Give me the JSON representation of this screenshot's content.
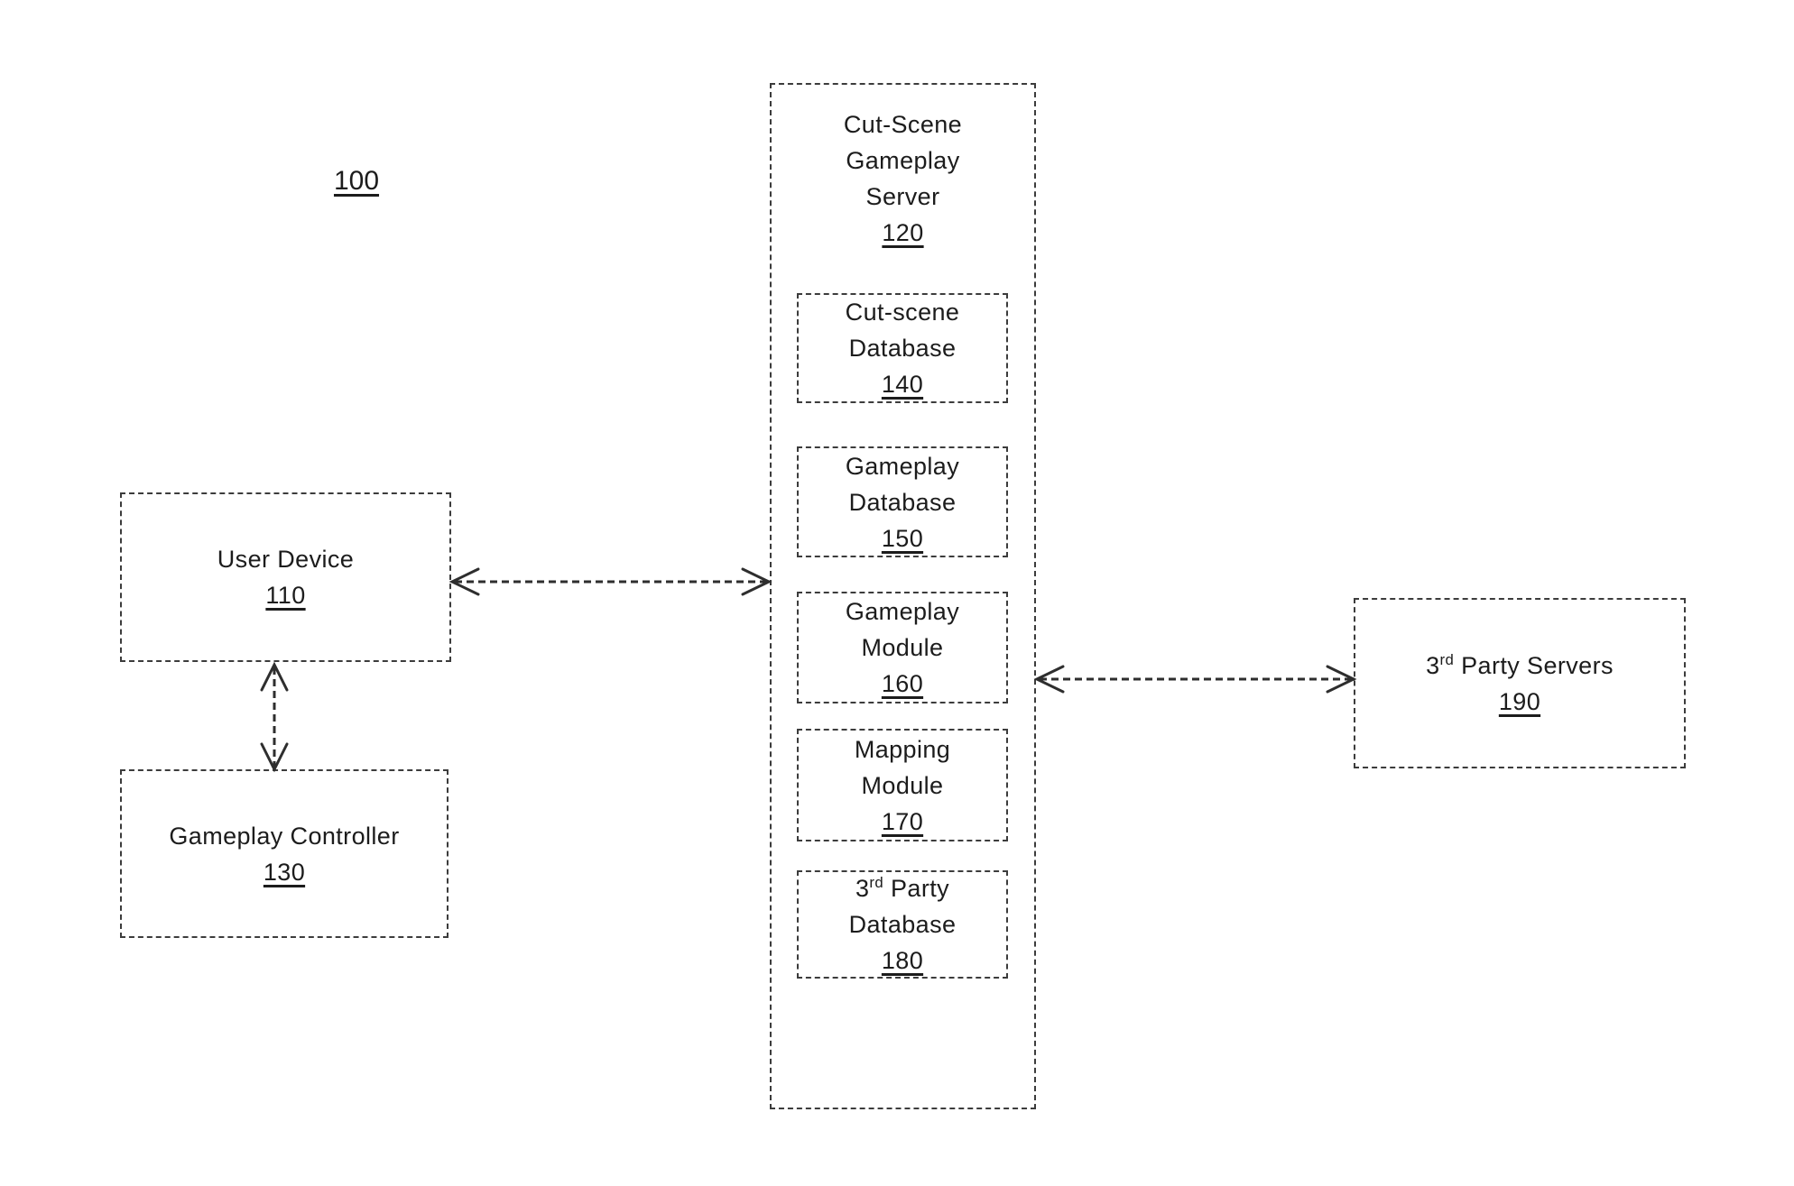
{
  "figure_label": "100",
  "colors": {
    "ink": "#1c1c1c",
    "background": "#ffffff"
  },
  "nodes": {
    "user_device": {
      "label": "User Device",
      "ref": "110"
    },
    "gameplay_controller": {
      "label": "Gameplay Controller",
      "ref": "130"
    },
    "server": {
      "label": "Cut-Scene\nGameplay\nServer",
      "ref": "120"
    },
    "cutscene_database": {
      "label": "Cut-scene\nDatabase",
      "ref": "140"
    },
    "gameplay_database": {
      "label": "Gameplay\nDatabase",
      "ref": "150"
    },
    "gameplay_module": {
      "label": "Gameplay\nModule",
      "ref": "160"
    },
    "mapping_module": {
      "label": "Mapping\nModule",
      "ref": "170"
    },
    "third_party_database": {
      "num": "3",
      "sup": "rd",
      "rest": " Party",
      "label2": "Database",
      "ref": "180"
    },
    "third_party_servers": {
      "num": "3",
      "sup": "rd",
      "rest": " Party Servers",
      "ref": "190"
    }
  },
  "connections": [
    {
      "from": "user_device",
      "to": "server",
      "type": "bidirectional"
    },
    {
      "from": "server",
      "to": "third_party_servers",
      "type": "bidirectional"
    },
    {
      "from": "user_device",
      "to": "gameplay_controller",
      "type": "bidirectional"
    }
  ]
}
